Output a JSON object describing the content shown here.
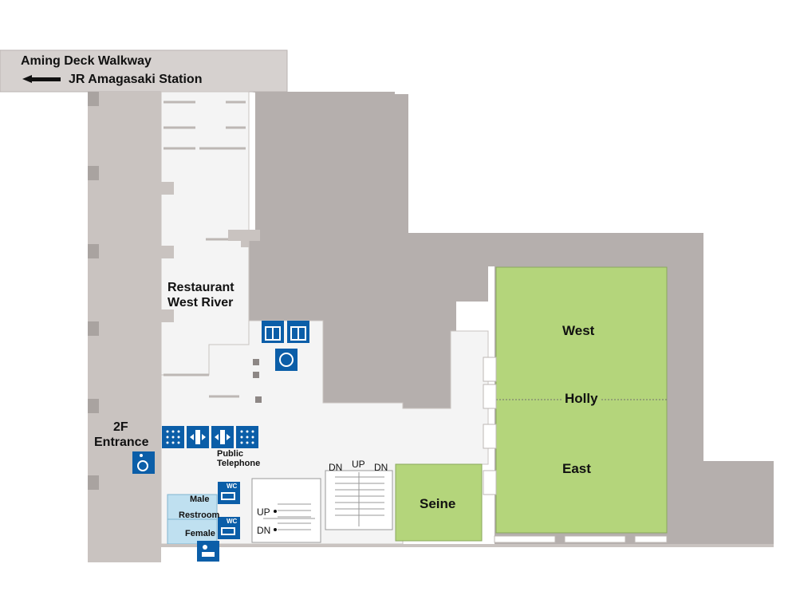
{
  "header": {
    "walkway": "Aming Deck Walkway",
    "station": "JR Amagasaki Station"
  },
  "rooms": {
    "restaurant_line1": "Restaurant",
    "restaurant_line2": "West River",
    "west": "West",
    "holly": "Holly",
    "east": "East",
    "seine": "Seine"
  },
  "entrance": {
    "floor": "2F",
    "label": "Entrance"
  },
  "facilities": {
    "public_line1": "Public",
    "public_line2": "Telephone",
    "male": "Male",
    "restroom": "Restroom",
    "female": "Female",
    "wc": "WC"
  },
  "stairs": {
    "dn_left": "DN",
    "up_center": "UP",
    "dn_right": "DN",
    "up_small": "UP",
    "dn_small": "DN"
  },
  "icons": [
    "elevator-icon",
    "elevator-icon",
    "information-icon",
    "phone-icon",
    "escalator-icon",
    "escalator-icon",
    "phone-icon",
    "wheelchair-icon",
    "wc-male-icon",
    "wc-female-icon",
    "baby-care-icon"
  ],
  "colors": {
    "building": "#b5afad",
    "corridor": "#f5f5f5",
    "wall": "#c9c3c0",
    "hall_green": "#b4d57b",
    "restroom_blue": "#bfe0f0",
    "icon_blue": "#0b5ea8",
    "header_bg": "#d6d1cf"
  }
}
